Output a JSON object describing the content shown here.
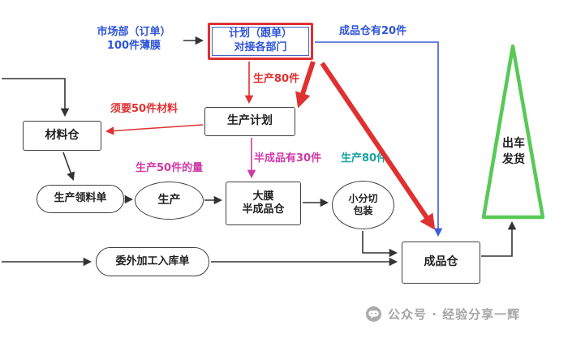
{
  "nodes": {
    "market": {
      "line1": "市场部（订单）",
      "line2": "100件薄膜"
    },
    "plan": {
      "line1": "计划（跟单）",
      "line2": "对接各部门"
    },
    "production_plan": {
      "label": "生产计划"
    },
    "material": {
      "label": "材料仓"
    },
    "requisition": {
      "label": "生产领料单"
    },
    "production": {
      "label": "生产"
    },
    "semi": {
      "line1": "大膜",
      "line2": "半成品仓"
    },
    "slitting": {
      "line1": "小分切",
      "line2": "包装"
    },
    "finished": {
      "label": "成品仓"
    },
    "outsourcing": {
      "label": "委外加工入库单"
    },
    "shipping": {
      "line1": "出车",
      "line2": "发货"
    }
  },
  "labels": {
    "finished_stock": "成品仓有20件",
    "produce_80_plan": "生产80件",
    "need_50_material": "须要50件材料",
    "produce_50_qty": "生产50件的量",
    "semi_stock_30": "半成品有30件",
    "produce_80_semi": "生产80件"
  },
  "watermark": {
    "text": "公众号 · 经验分享一辉"
  },
  "colors": {
    "blue": "#2f54d8",
    "red": "#e03131",
    "magenta": "#cf3aa8",
    "teal": "#18a2a2",
    "green": "#57c957",
    "line": "#333333"
  }
}
